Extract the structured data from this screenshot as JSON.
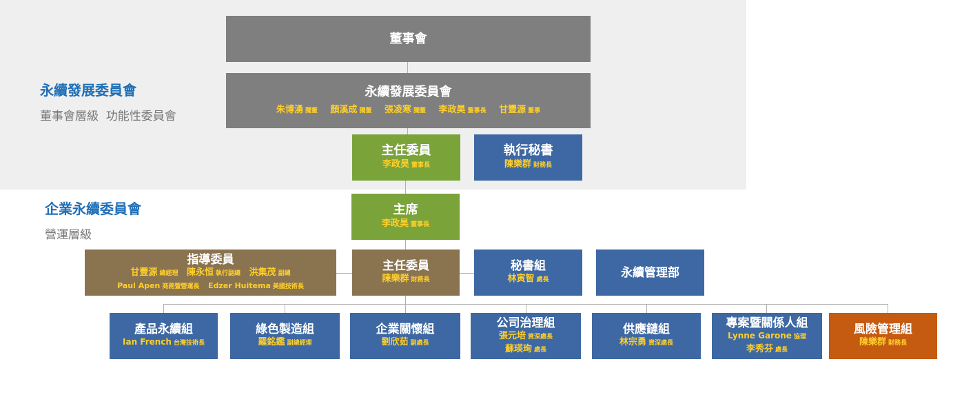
{
  "sections": {
    "board_level": {
      "title": "永續發展委員會",
      "subtitle": "董事會層級  功能性委員會"
    },
    "operating_level": {
      "title": "企業永續委員會",
      "subtitle": "營運層級"
    }
  },
  "nodes": {
    "board": {
      "title": "董事會"
    },
    "sdc": {
      "title": "永續發展委員會",
      "members": [
        {
          "name": "朱博湧",
          "role": "獨董"
        },
        {
          "name": "顏溪成",
          "role": "獨董"
        },
        {
          "name": "張凌寒",
          "role": "獨董"
        },
        {
          "name": "李政昊",
          "role": "董事長"
        },
        {
          "name": "甘豐源",
          "role": "董事"
        }
      ]
    },
    "committee_chief": {
      "title": "主任委員",
      "name": "李政昊",
      "role": "董事長"
    },
    "exec_secretary": {
      "title": "執行秘書",
      "name": "陳樂群",
      "role": "財務長"
    },
    "chair": {
      "title": "主席",
      "name": "李政昊",
      "role": "董事長"
    },
    "advisors": {
      "title": "指導委員",
      "members": [
        {
          "name": "甘豐源",
          "role": "總經理"
        },
        {
          "name": "陳永恒",
          "role": "執行副總"
        },
        {
          "name": "洪集茂",
          "role": "副總"
        },
        {
          "name": "Paul Apen",
          "role": "商務暨營運長"
        },
        {
          "name": "Edzer Huitema",
          "role": "美國技術長"
        }
      ]
    },
    "exec_chief": {
      "title": "主任委員",
      "name": "陳樂群",
      "role": "財務長"
    },
    "secretariat": {
      "title": "秘書組",
      "name": "林寅智",
      "role": "處長"
    },
    "sustain_dept": {
      "title": "永續管理部"
    }
  },
  "groups": [
    {
      "title": "產品永續組",
      "people": [
        {
          "name": "Ian French",
          "role": "台灣技術長"
        }
      ]
    },
    {
      "title": "綠色製造組",
      "people": [
        {
          "name": "羅銘鑑",
          "role": "副總經理"
        }
      ]
    },
    {
      "title": "企業關懷組",
      "people": [
        {
          "name": "劉欣茹",
          "role": "副處長"
        }
      ]
    },
    {
      "title": "公司治理組",
      "people": [
        {
          "name": "張元培",
          "role": "資深處長"
        },
        {
          "name": "蘇瑛珣",
          "role": "處長"
        }
      ]
    },
    {
      "title": "供應鏈組",
      "people": [
        {
          "name": "林宗勇",
          "role": "資深處長"
        }
      ]
    },
    {
      "title": "專案暨關係人組",
      "people": [
        {
          "name": "Lynne Garone",
          "role": "協理"
        },
        {
          "name": "李秀芬",
          "role": "處長"
        }
      ]
    },
    {
      "title": "風險管理組",
      "people": [
        {
          "name": "陳樂群",
          "role": "財務長"
        }
      ]
    }
  ],
  "colors": {
    "gray": "#7f7f7f",
    "green": "#7aa33a",
    "blue": "#3d68a3",
    "brown": "#8a7450",
    "orange": "#c55a11",
    "name_text": "#ffcf2a",
    "section_title": "#1f6fb6",
    "band": "#efefef"
  }
}
